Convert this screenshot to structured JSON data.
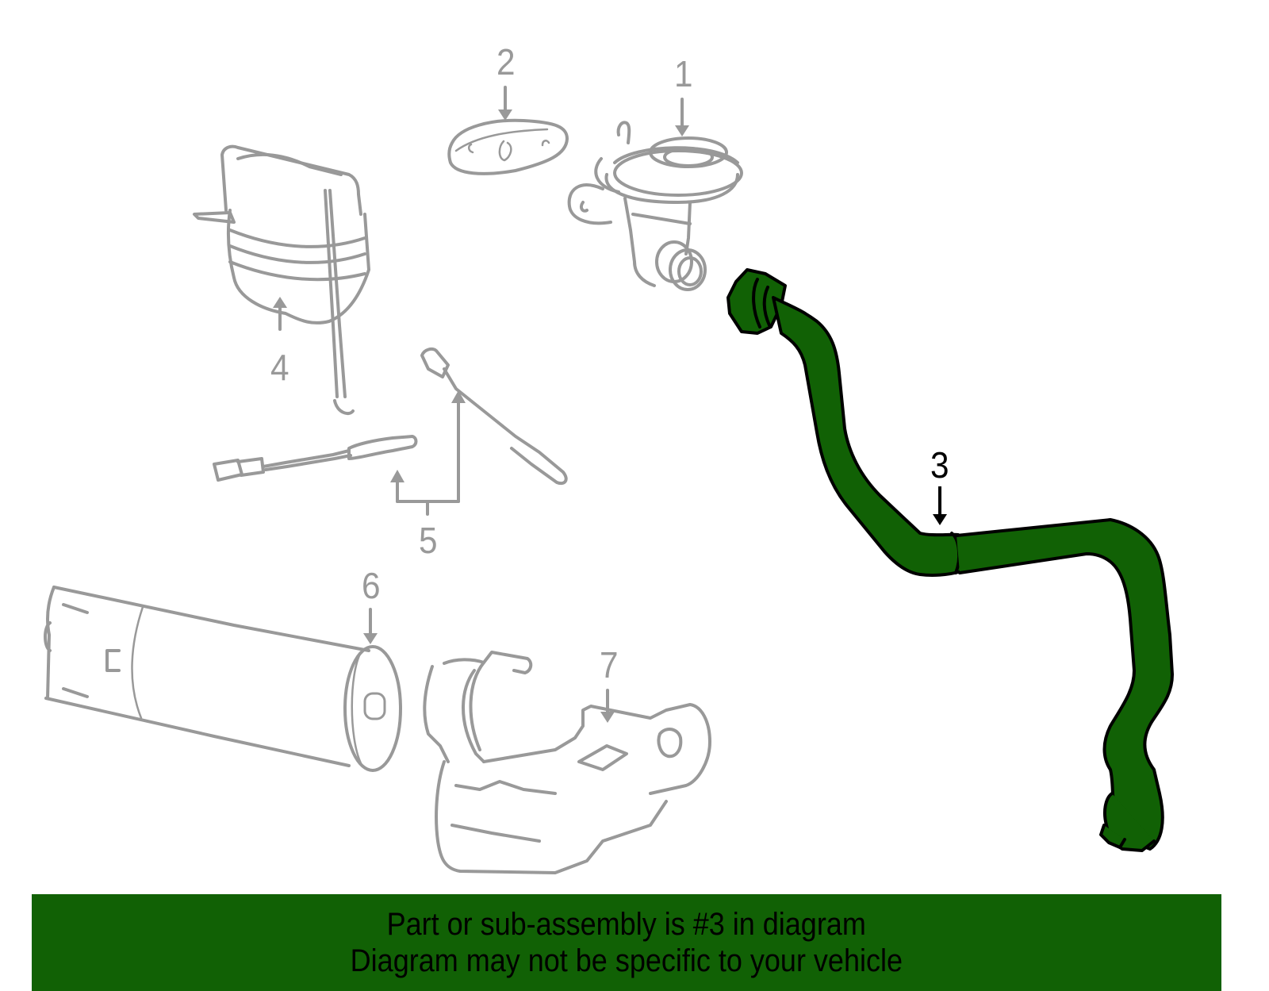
{
  "diagram": {
    "highlight_part": "3",
    "colors": {
      "highlight_fill": "#116105",
      "highlight_stroke": "#000000",
      "ghost_stroke": "#999999",
      "banner_bg": "#116105",
      "banner_text": "#000000"
    },
    "callouts": [
      {
        "number": "1",
        "part": "valve-with-flange"
      },
      {
        "number": "2",
        "part": "gasket"
      },
      {
        "number": "3",
        "part": "tube-hose-assembly",
        "highlighted": true
      },
      {
        "number": "4",
        "part": "canister-with-bracket"
      },
      {
        "number": "5",
        "part": "oxygen-sensors"
      },
      {
        "number": "6",
        "part": "cylindrical-canister"
      },
      {
        "number": "7",
        "part": "mounting-bracket"
      }
    ]
  },
  "banner": {
    "line1": "Part or sub-assembly is #3 in diagram",
    "line2": "Diagram may not be specific to your vehicle"
  }
}
